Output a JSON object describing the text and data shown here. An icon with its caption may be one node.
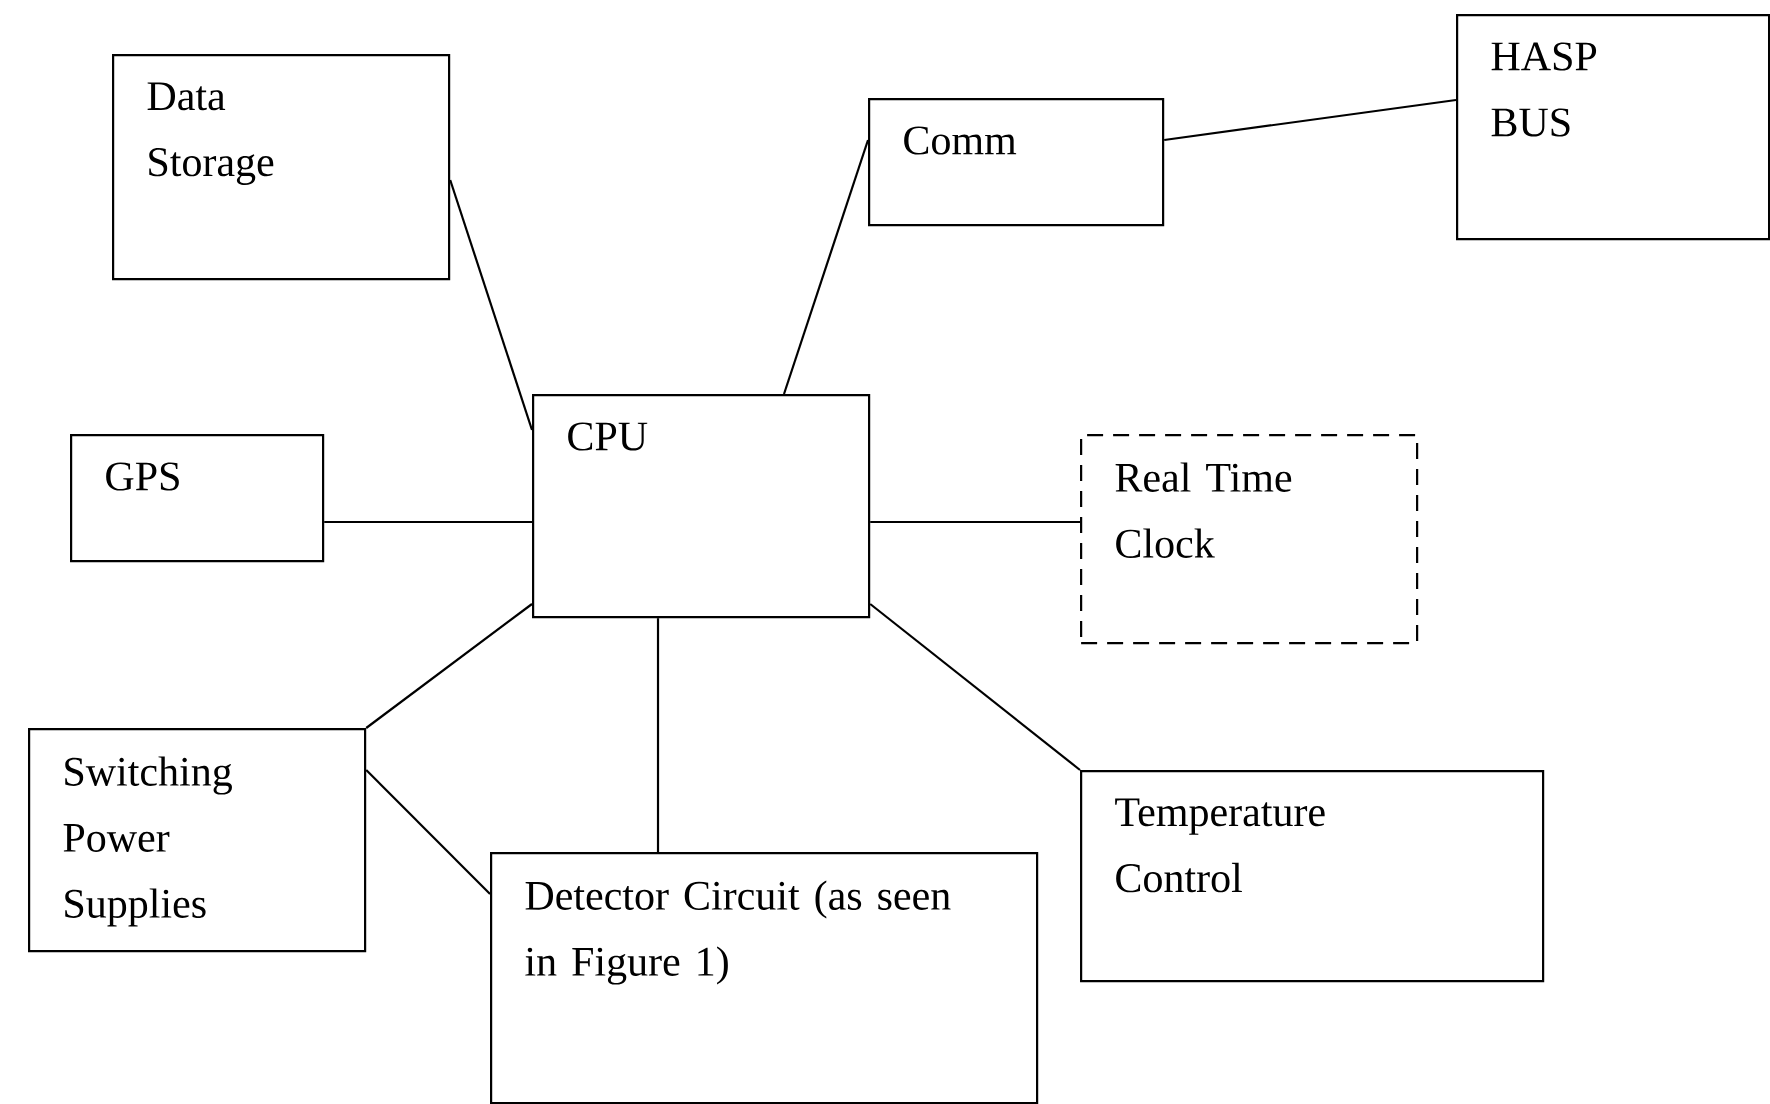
{
  "diagram": {
    "nodes": [
      {
        "text": [
          "Data Storage"
        ]
      },
      {
        "text": [
          "Comm"
        ]
      },
      {
        "text": [
          "HASP BUS"
        ]
      },
      {
        "text": [
          "CPU"
        ]
      },
      {
        "text": [
          "GPS"
        ]
      },
      {
        "text": [
          "Real Time Clock"
        ]
      },
      {
        "text": [
          "Switching Power Supplies"
        ]
      },
      {
        "text": [
          "Detector Circuit (as seen in Figure 1)"
        ]
      },
      {
        "text": [
          "Temperature Control"
        ]
      }
    ],
    "edges": [
      {
        "from": 0,
        "to": 3,
        "arrow": "none"
      },
      {
        "from": 3,
        "to": 1,
        "arrow": "none"
      },
      {
        "from": 1,
        "to": 2,
        "arrow": "none"
      },
      {
        "from": 4,
        "to": 3,
        "arrow": "none"
      },
      {
        "from": 3,
        "to": 5,
        "arrow": "none"
      },
      {
        "from": 3,
        "to": 6,
        "arrow": "none"
      },
      {
        "from": 3,
        "to": 7,
        "arrow": "none"
      },
      {
        "from": 3,
        "to": 8,
        "arrow": "none"
      },
      {
        "from": 6,
        "to": 7,
        "arrow": "none"
      }
    ]
  }
}
